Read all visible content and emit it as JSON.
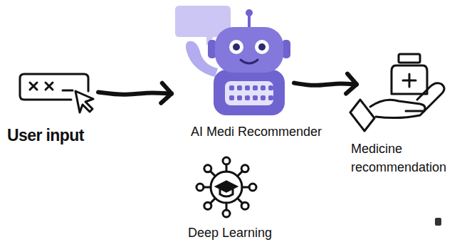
{
  "diagram": {
    "nodes": [
      {
        "text": [
          "User input"
        ]
      },
      {
        "text": [
          "AI Medi Recommender"
        ]
      },
      {
        "text": [
          "Medicine recommendation"
        ]
      },
      {
        "text": [
          "Deep Learning"
        ]
      }
    ],
    "edges": [
      {
        "from": 0,
        "to": 1,
        "arrow": "to"
      },
      {
        "from": 1,
        "to": 2,
        "arrow": "to"
      }
    ]
  }
}
